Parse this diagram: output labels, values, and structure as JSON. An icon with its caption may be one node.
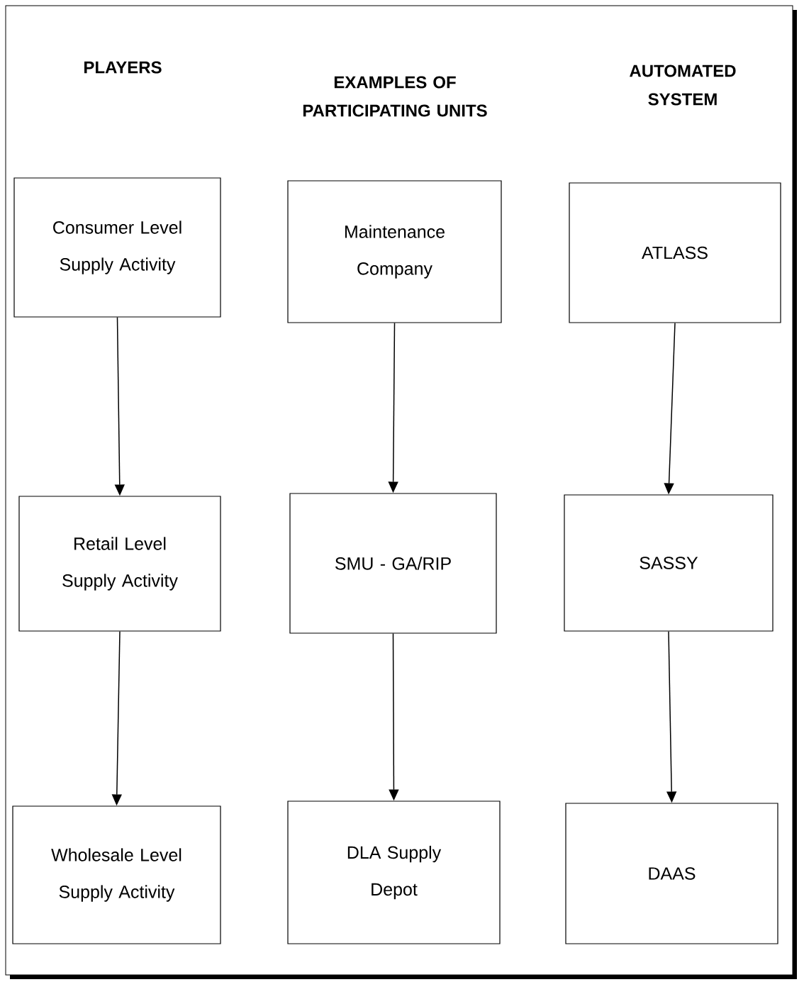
{
  "diagram": {
    "nodes": [
      {
        "text": [
          "Consumer Level Supply Activity"
        ]
      },
      {
        "text": [
          "Maintenance Company"
        ]
      },
      {
        "text": [
          "ATLASS"
        ]
      },
      {
        "text": [
          "Retail Level Supply Activity"
        ]
      },
      {
        "text": [
          "SMU - GA/RIP"
        ]
      },
      {
        "text": [
          "SASSY"
        ]
      },
      {
        "text": [
          "Wholesale Level Supply Activity"
        ]
      },
      {
        "text": [
          "DLA Supply Depot"
        ]
      },
      {
        "text": [
          "DAAS"
        ]
      }
    ],
    "edges": [
      {
        "from": 0,
        "to": 3,
        "arrow": "to"
      },
      {
        "from": 3,
        "to": 6,
        "arrow": "to"
      },
      {
        "from": 1,
        "to": 4,
        "arrow": "to"
      },
      {
        "from": 4,
        "to": 7,
        "arrow": "to"
      },
      {
        "from": 2,
        "to": 5,
        "arrow": "to"
      },
      {
        "from": 5,
        "to": 8,
        "arrow": "to"
      }
    ],
    "labels": [
      "PLAYERS",
      "EXAMPLES OF PARTICIPATING UNITS",
      "AUTOMATED SYSTEM"
    ]
  }
}
